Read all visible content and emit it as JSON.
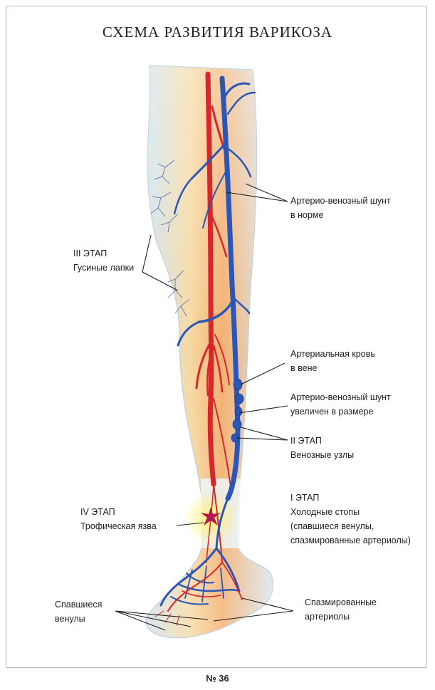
{
  "title": "СХЕМА РАЗВИТИЯ ВАРИКОЗА",
  "labels": {
    "av_shunt_normal": [
      "Артерио-венозный шунт",
      "в норме"
    ],
    "stage3": [
      "III ЭТАП",
      "Гусиные лапки"
    ],
    "arterial_blood": [
      "Артериальная кровь",
      "в вене"
    ],
    "av_shunt_enlarged": [
      "Артерио-венозный шунт",
      "увеличен в размере"
    ],
    "stage2": [
      "II ЭТАП",
      "Венозные узлы"
    ],
    "stage1": [
      "I ЭТАП",
      "Холодные стопы",
      "(спавшиеся венулы,",
      "спазмированные артериолы)"
    ],
    "stage4": [
      "IV ЭТАП",
      "Трофическая язва"
    ],
    "collapsed_venules": [
      "Спавшиеся",
      "венулы"
    ],
    "spasmed_arterioles": [
      "Спазмированные",
      "артериолы"
    ]
  },
  "page_number": "№ 36",
  "colors": {
    "artery": "#d8262c",
    "vein": "#2a56b8",
    "skin_warm": "#f3b070",
    "skin_light": "#cfe3ef",
    "ulcer": "#b51550"
  }
}
